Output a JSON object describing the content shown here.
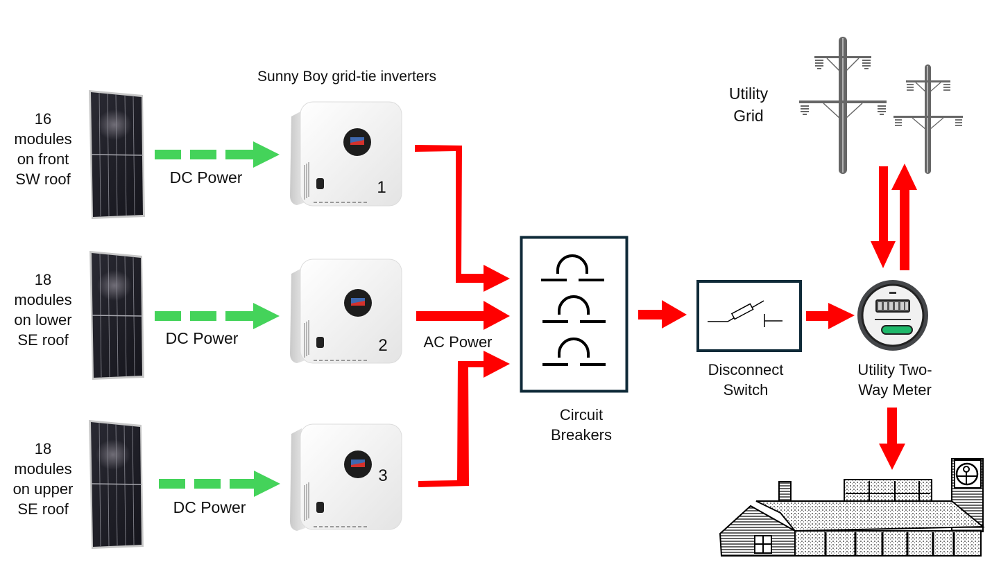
{
  "title": "Sunny Boy grid-tie inverters",
  "colors": {
    "dc_arrow": "#44d35a",
    "ac_arrow": "#ff0000",
    "box_border": "#0f2a38",
    "pole": "#666666",
    "meter_green": "#1fb86a"
  },
  "arrays": [
    {
      "lines": [
        "16",
        "modules",
        "on front",
        "SW roof"
      ],
      "flow_label": "DC Power",
      "inverter_number": "1"
    },
    {
      "lines": [
        "18",
        "modules",
        "on lower",
        "SE roof"
      ],
      "flow_label": "DC Power",
      "inverter_number": "2"
    },
    {
      "lines": [
        "18",
        "modules",
        "on upper",
        "SE roof"
      ],
      "flow_label": "DC Power",
      "inverter_number": "3"
    }
  ],
  "ac_label": "AC Power",
  "breakers": {
    "lines": [
      "Circuit",
      "Breakers"
    ]
  },
  "disconnect": {
    "lines": [
      "Disconnect",
      "Switch"
    ]
  },
  "meter": {
    "lines": [
      "Utility Two-",
      "Way Meter"
    ]
  },
  "grid": {
    "lines": [
      "Utility",
      "Grid"
    ]
  },
  "icons": {
    "solar_panel": "solar-panel-icon",
    "inverter": "inverter-icon",
    "breaker": "circuit-breaker-icon",
    "switch": "disconnect-switch-icon",
    "meter": "two-way-meter-icon",
    "pole": "utility-pole-icon",
    "building": "building-icon"
  }
}
